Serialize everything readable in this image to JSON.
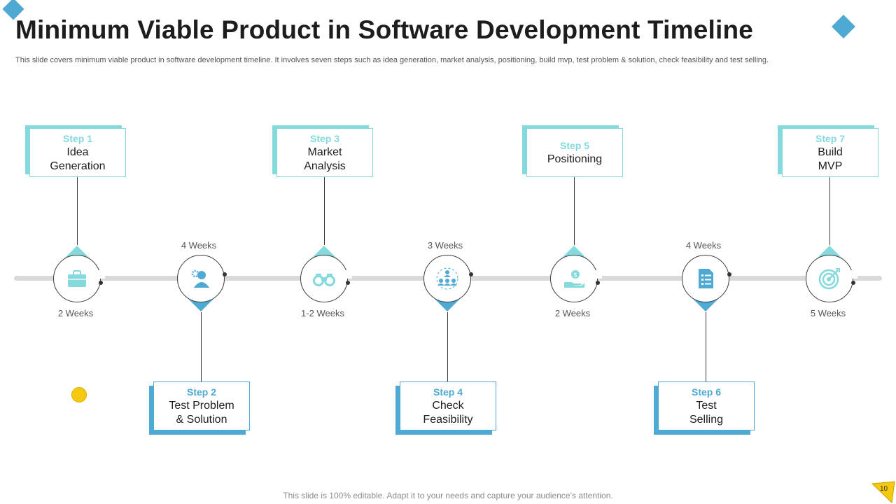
{
  "slide": {
    "title": "Minimum Viable Product in Software Development Timeline",
    "subtitle": "This slide covers minimum viable product in software development timeline. It involves seven steps such as  idea generation, market analysis, positioning, build mvp, test problem & solution, check feasibility and test selling.",
    "footer": "This slide is 100% editable. Adapt it to your needs and capture your audience’s attention.",
    "page_number": "10"
  },
  "colors": {
    "accent_teal": "#84d9dc",
    "accent_blue": "#4ea9d3",
    "accent_yellow": "#f4c90f",
    "timeline_gray": "#d9d9d9"
  },
  "steps": [
    {
      "step": "Step 1",
      "name": "Idea\nGeneration",
      "duration": "2 Weeks",
      "icon": "briefcase-icon"
    },
    {
      "step": "Step 2",
      "name": "Test Problem\n& Solution",
      "duration": "4 Weeks",
      "icon": "user-gears-icon"
    },
    {
      "step": "Step 3",
      "name": "Market\nAnalysis",
      "duration": "1-2 Weeks",
      "icon": "binoculars-icon"
    },
    {
      "step": "Step 4",
      "name": "Check\nFeasibility",
      "duration": "3 Weeks",
      "icon": "team-network-icon"
    },
    {
      "step": "Step 5",
      "name": "Positioning",
      "duration": "2 Weeks",
      "icon": "money-hand-icon"
    },
    {
      "step": "Step 6",
      "name": "Test\nSelling",
      "duration": "4 Weeks",
      "icon": "checklist-document-icon"
    },
    {
      "step": "Step 7",
      "name": "Build\nMVP",
      "duration": "5 Weeks",
      "icon": "target-icon"
    }
  ]
}
